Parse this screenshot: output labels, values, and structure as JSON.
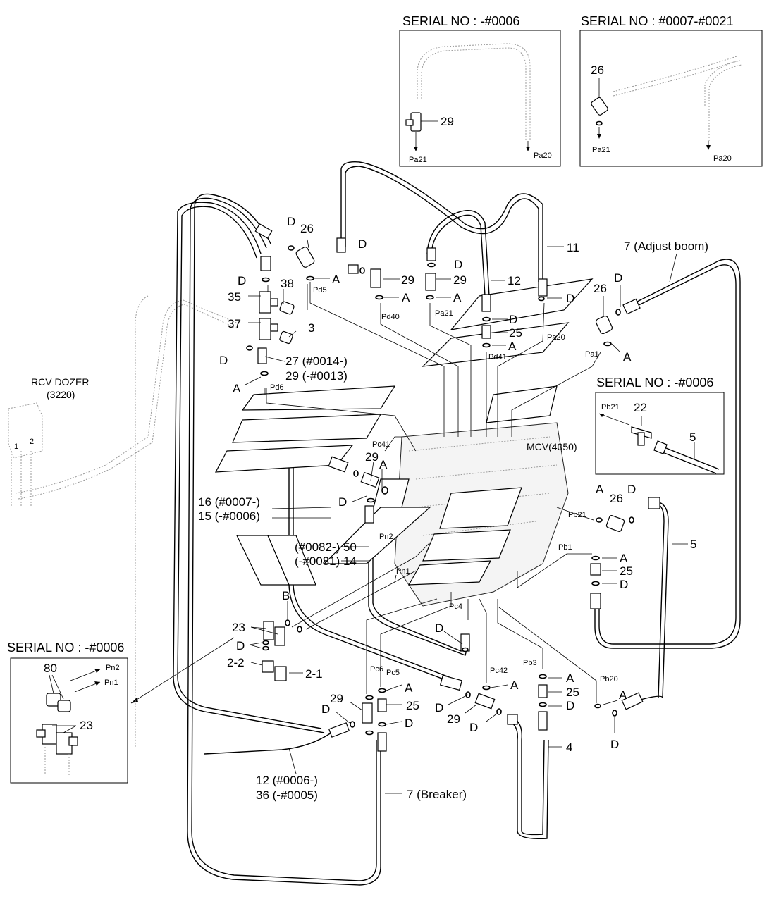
{
  "serial_boxes": {
    "top_left": "SERIAL NO : -#0006",
    "top_right": "SERIAL NO : #0007-#0021",
    "mid_right": "SERIAL NO : -#0006",
    "bottom_left": "SERIAL NO : -#0006"
  },
  "components": {
    "mcv": "MCV(4050)",
    "rcv_dozer": "RCV DOZER",
    "rcv_dozer_code": "(3220)"
  },
  "part_numbers": {
    "p26": "26",
    "p29": "29",
    "p22": "22",
    "p5": "5",
    "p80": "80",
    "p23": "23",
    "p11": "11",
    "p12": "12",
    "p25": "25",
    "p35": "35",
    "p38": "38",
    "p37": "37",
    "p3": "3",
    "p4": "4",
    "p2_1": "2-1",
    "p2_2": "2-2",
    "p7_adjust": "7 (Adjust boom)",
    "p7_breaker": "7 (Breaker)",
    "p27": "27 (#0014-)",
    "p29b": "29 (-#0013)",
    "p16": "16 (#0007-)",
    "p15": "15 (-#0006)",
    "p50": "(#0082-) 50",
    "p14": "(-#0081) 14",
    "p12b": "12 (#0006-)",
    "p36": "36 (-#0005)"
  },
  "letters": {
    "a": "A",
    "b": "B",
    "d": "D"
  },
  "ports": {
    "pa21": "Pa21",
    "pa20": "Pa20",
    "pa1": "Pa1",
    "pd5": "Pd5",
    "pd40": "Pd40",
    "pd41": "Pd41",
    "pd6": "Pd6",
    "pc41": "Pc41",
    "pn2": "Pn2",
    "pn1": "Pn1",
    "pb21": "Pb21",
    "pb1": "Pb1",
    "pc4": "Pc4",
    "pc6": "Pc6",
    "pc5": "Pc5",
    "pc42": "Pc42",
    "pb3": "Pb3",
    "pb20": "Pb20"
  },
  "rcv_pins": {
    "pin1": "1",
    "pin2": "2"
  }
}
